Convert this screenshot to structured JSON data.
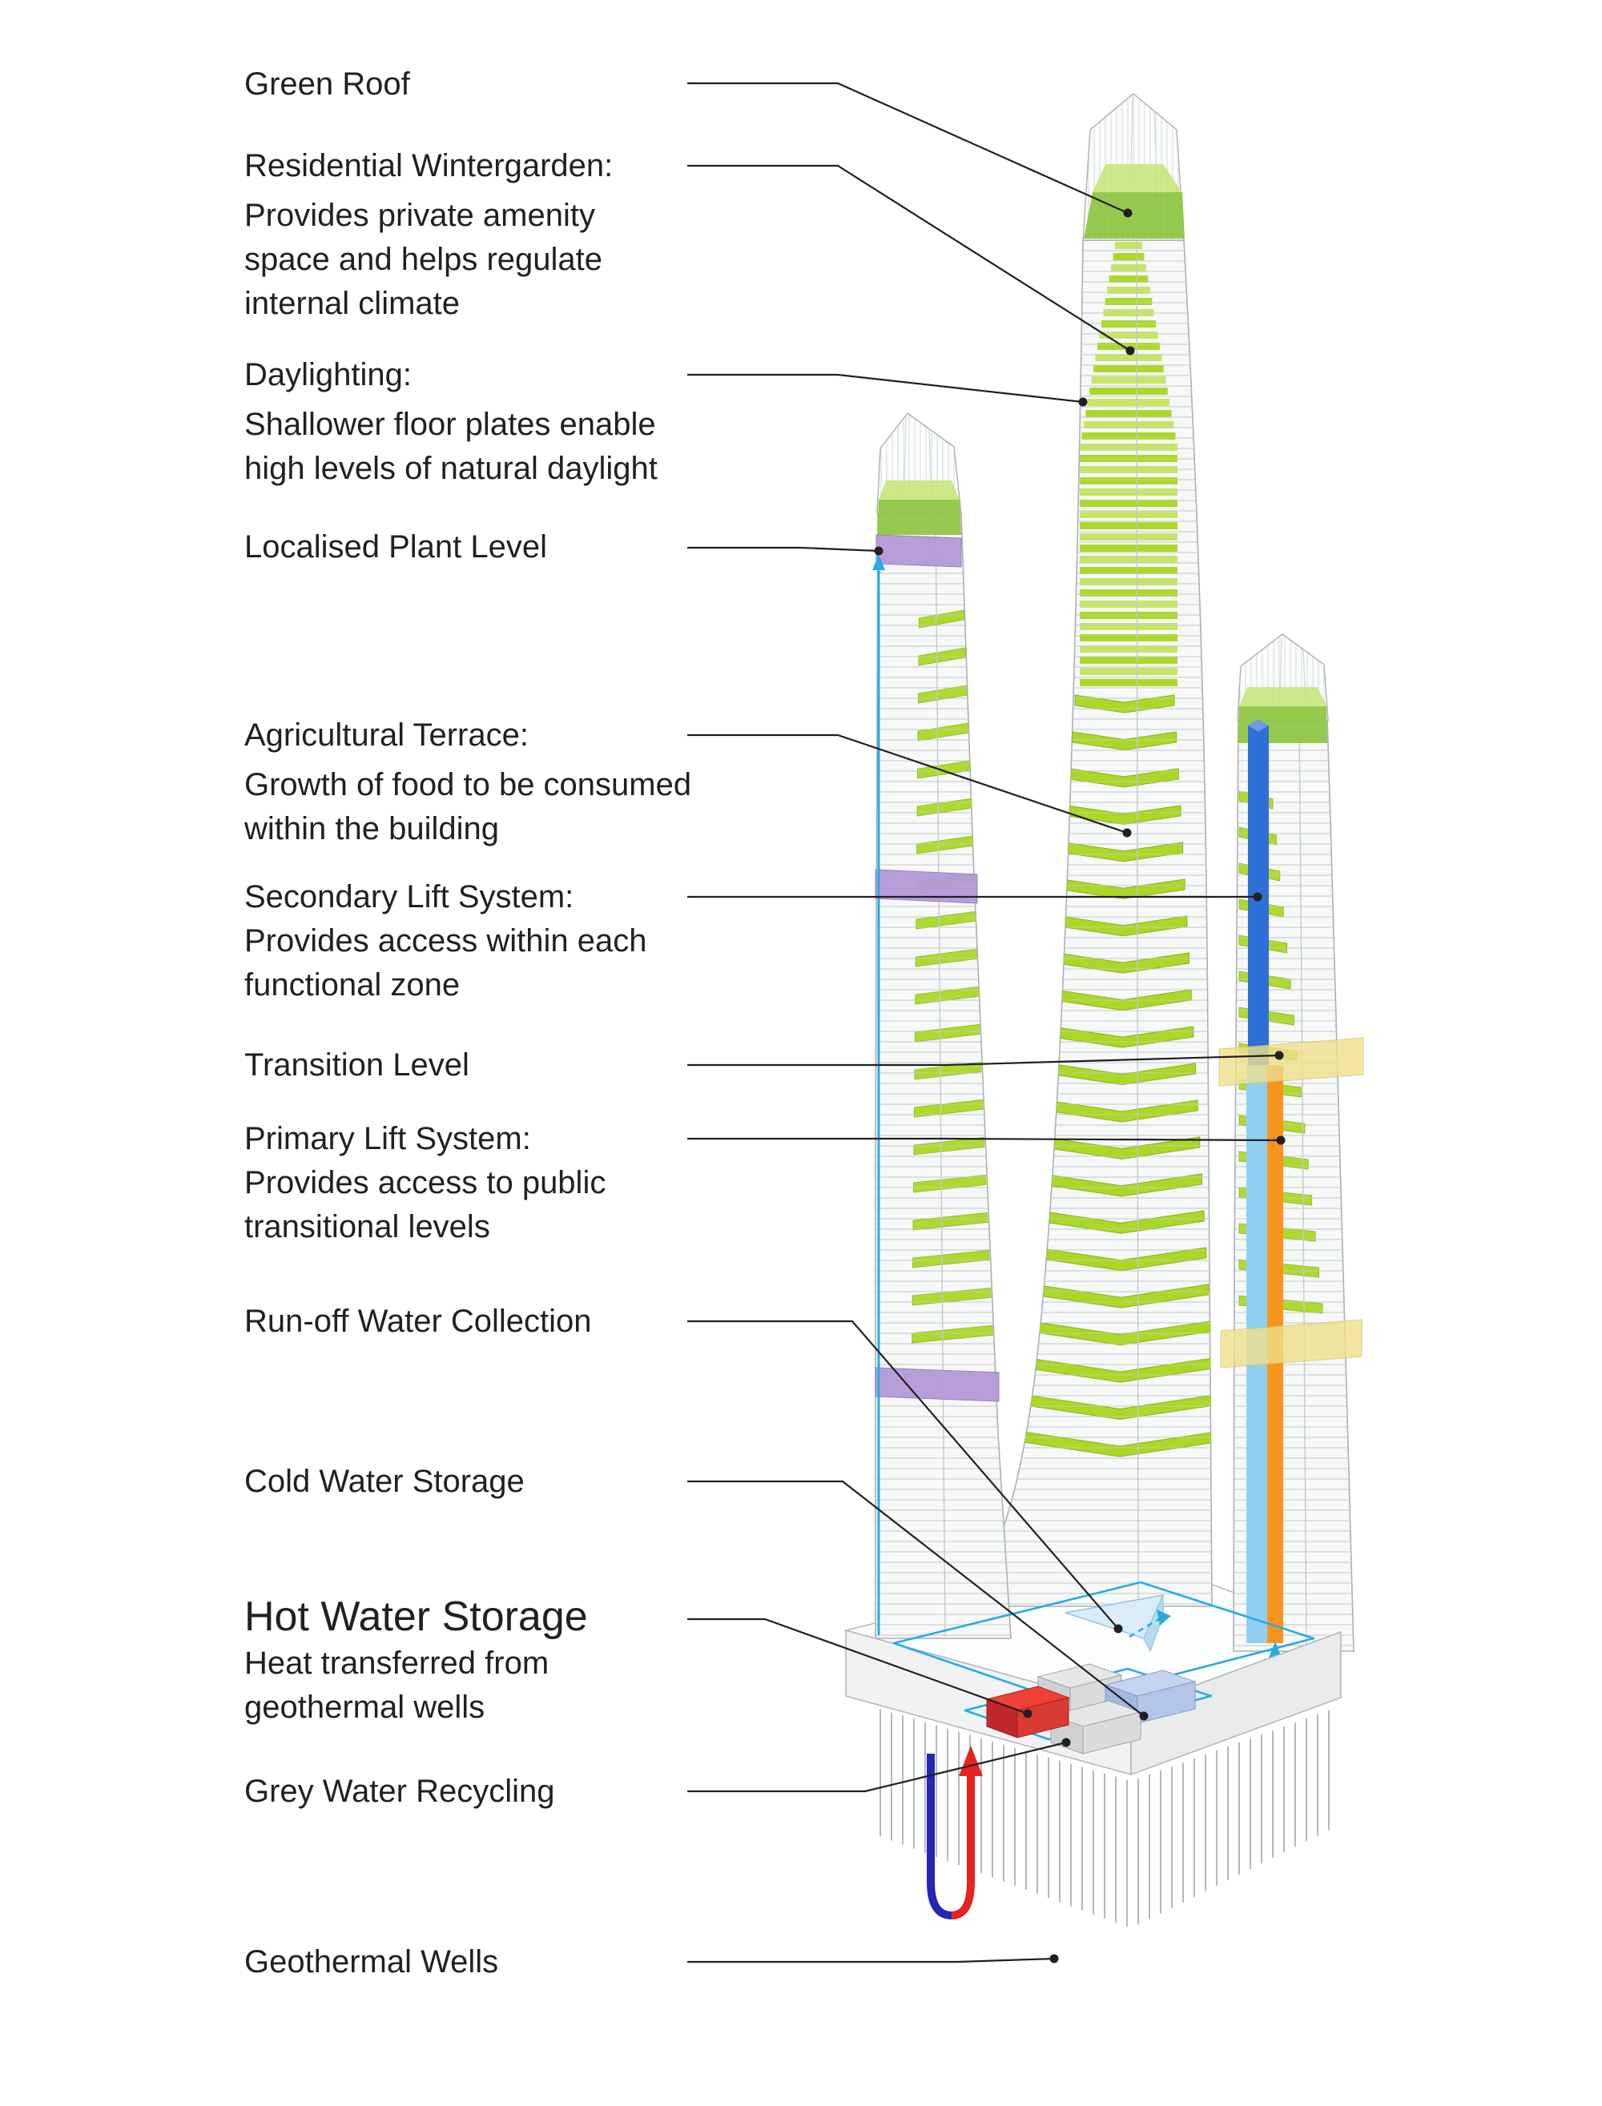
{
  "labels": {
    "green_roof": {
      "title": "Green Roof"
    },
    "wintergarden": {
      "title": "Residential Wintergarden:",
      "lines": [
        "Provides private amenity",
        "space and helps regulate",
        "internal climate"
      ]
    },
    "daylighting": {
      "title": "Daylighting:",
      "lines": [
        "Shallower floor plates enable",
        "high levels of natural daylight"
      ]
    },
    "plant_level": {
      "title": "Localised Plant Level"
    },
    "agricultural": {
      "title": "Agricultural Terrace:",
      "lines": [
        "Growth of food to be consumed",
        "within the building"
      ]
    },
    "secondary_lift": {
      "title": "Secondary Lift System:",
      "lines": [
        "Provides access within each",
        "functional zone"
      ]
    },
    "transition": {
      "title": "Transition Level"
    },
    "primary_lift": {
      "title": "Primary Lift System:",
      "lines": [
        "Provides access to public",
        "transitional levels"
      ]
    },
    "runoff": {
      "title": "Run-off Water Collection"
    },
    "cold_water": {
      "title": "Cold Water Storage"
    },
    "hot_water": {
      "title": "Hot Water Storage",
      "lines": [
        "Heat transferred from",
        "geothermal wells"
      ]
    },
    "grey_water": {
      "title": "Grey Water Recycling"
    },
    "geothermal": {
      "title": "Geothermal Wells"
    }
  },
  "colors": {
    "roof_green": "#8dc63f",
    "terrace_green": "#a6d71e",
    "light_green": "#c3e45f",
    "plant_purple": "#b49ad8",
    "water_cyan": "#29abe2",
    "lift_blue": "#2e6fd6",
    "lift_light_blue": "#8fd0f2",
    "lift_orange": "#f7941e",
    "transition_yellow": "#efe08c",
    "hot_red": "#ef4136",
    "pipe_blue": "#2724b8",
    "pipe_red": "#e62320",
    "ink": "#231f20"
  }
}
